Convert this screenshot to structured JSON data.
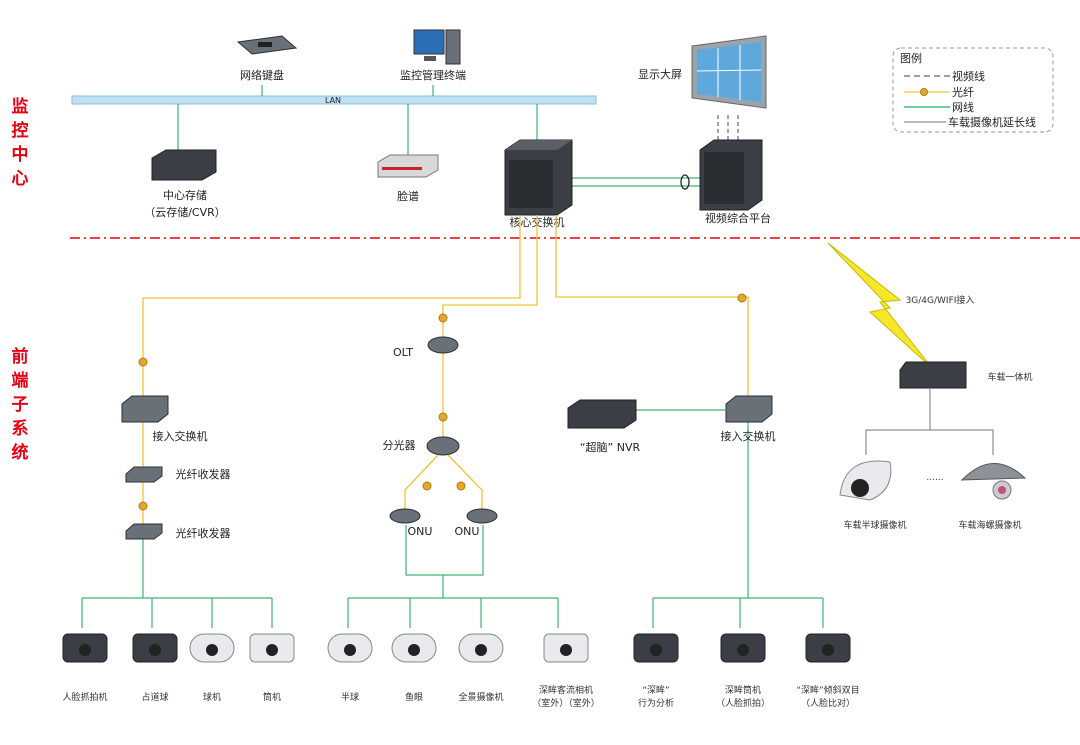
{
  "sections": {
    "monitoring_center": [
      "监",
      "控",
      "中",
      "心"
    ],
    "frontend_subsystem": [
      "前",
      "端",
      "子",
      "系",
      "统"
    ]
  },
  "center": {
    "lan": "LAN",
    "network_keyboard": "网络键盘",
    "management_terminal": "监控管理终端",
    "central_storage": "中心存储",
    "central_storage_sub": "（云存储/CVR）",
    "face_server": "脸谱",
    "core_switch": "核心交换机",
    "display_wall": "显示大屏",
    "video_platform": "视频综合平台"
  },
  "legend": {
    "title": "图例",
    "items": [
      {
        "label": "视频线",
        "style": "dashed",
        "color": "#666666"
      },
      {
        "label": "光纤",
        "style": "fiber",
        "color": "#f2c233"
      },
      {
        "label": "网线",
        "style": "solid",
        "color": "#3cb371"
      },
      {
        "label": "车载摄像机延长线",
        "style": "thin",
        "color": "#777777"
      }
    ]
  },
  "frontend": {
    "access_switch_left": "接入交换机",
    "fiber_transceiver_1": "光纤收发器",
    "fiber_transceiver_2": "光纤收发器",
    "olt": "OLT",
    "splitter": "分光器",
    "onu_1": "ONU",
    "onu_2": "ONU",
    "nvr": "“超脑” NVR",
    "access_switch_right": "接入交换机",
    "wireless": "3G/4G/WIFI接入",
    "vehicle_unit": "车载一体机",
    "ellipsis": "......",
    "vehicle_cam_1": "车载半球摄像机",
    "vehicle_cam_2": "车载海螺摄像机"
  },
  "cameras": [
    {
      "line1": "人脸抓拍机",
      "line2": ""
    },
    {
      "line1": "占道球",
      "line2": ""
    },
    {
      "line1": "球机",
      "line2": ""
    },
    {
      "line1": "筒机",
      "line2": ""
    },
    {
      "line1": "半球",
      "line2": ""
    },
    {
      "line1": "鱼眼",
      "line2": ""
    },
    {
      "line1": "全景摄像机",
      "line2": ""
    },
    {
      "line1": "深眸客流相机",
      "line2": "（室外）（室外）"
    },
    {
      "line1": "“深眸”",
      "line2": "行为分析"
    },
    {
      "line1": "深眸筒机",
      "line2": "（人脸抓拍）"
    },
    {
      "line1": "“深眸”倾斜双目",
      "line2": "（人脸比对）"
    }
  ],
  "colors": {
    "divider": "#e60012",
    "fiber": "#f2c233",
    "network": "#3cb371",
    "lan": "#bfe0f2"
  }
}
